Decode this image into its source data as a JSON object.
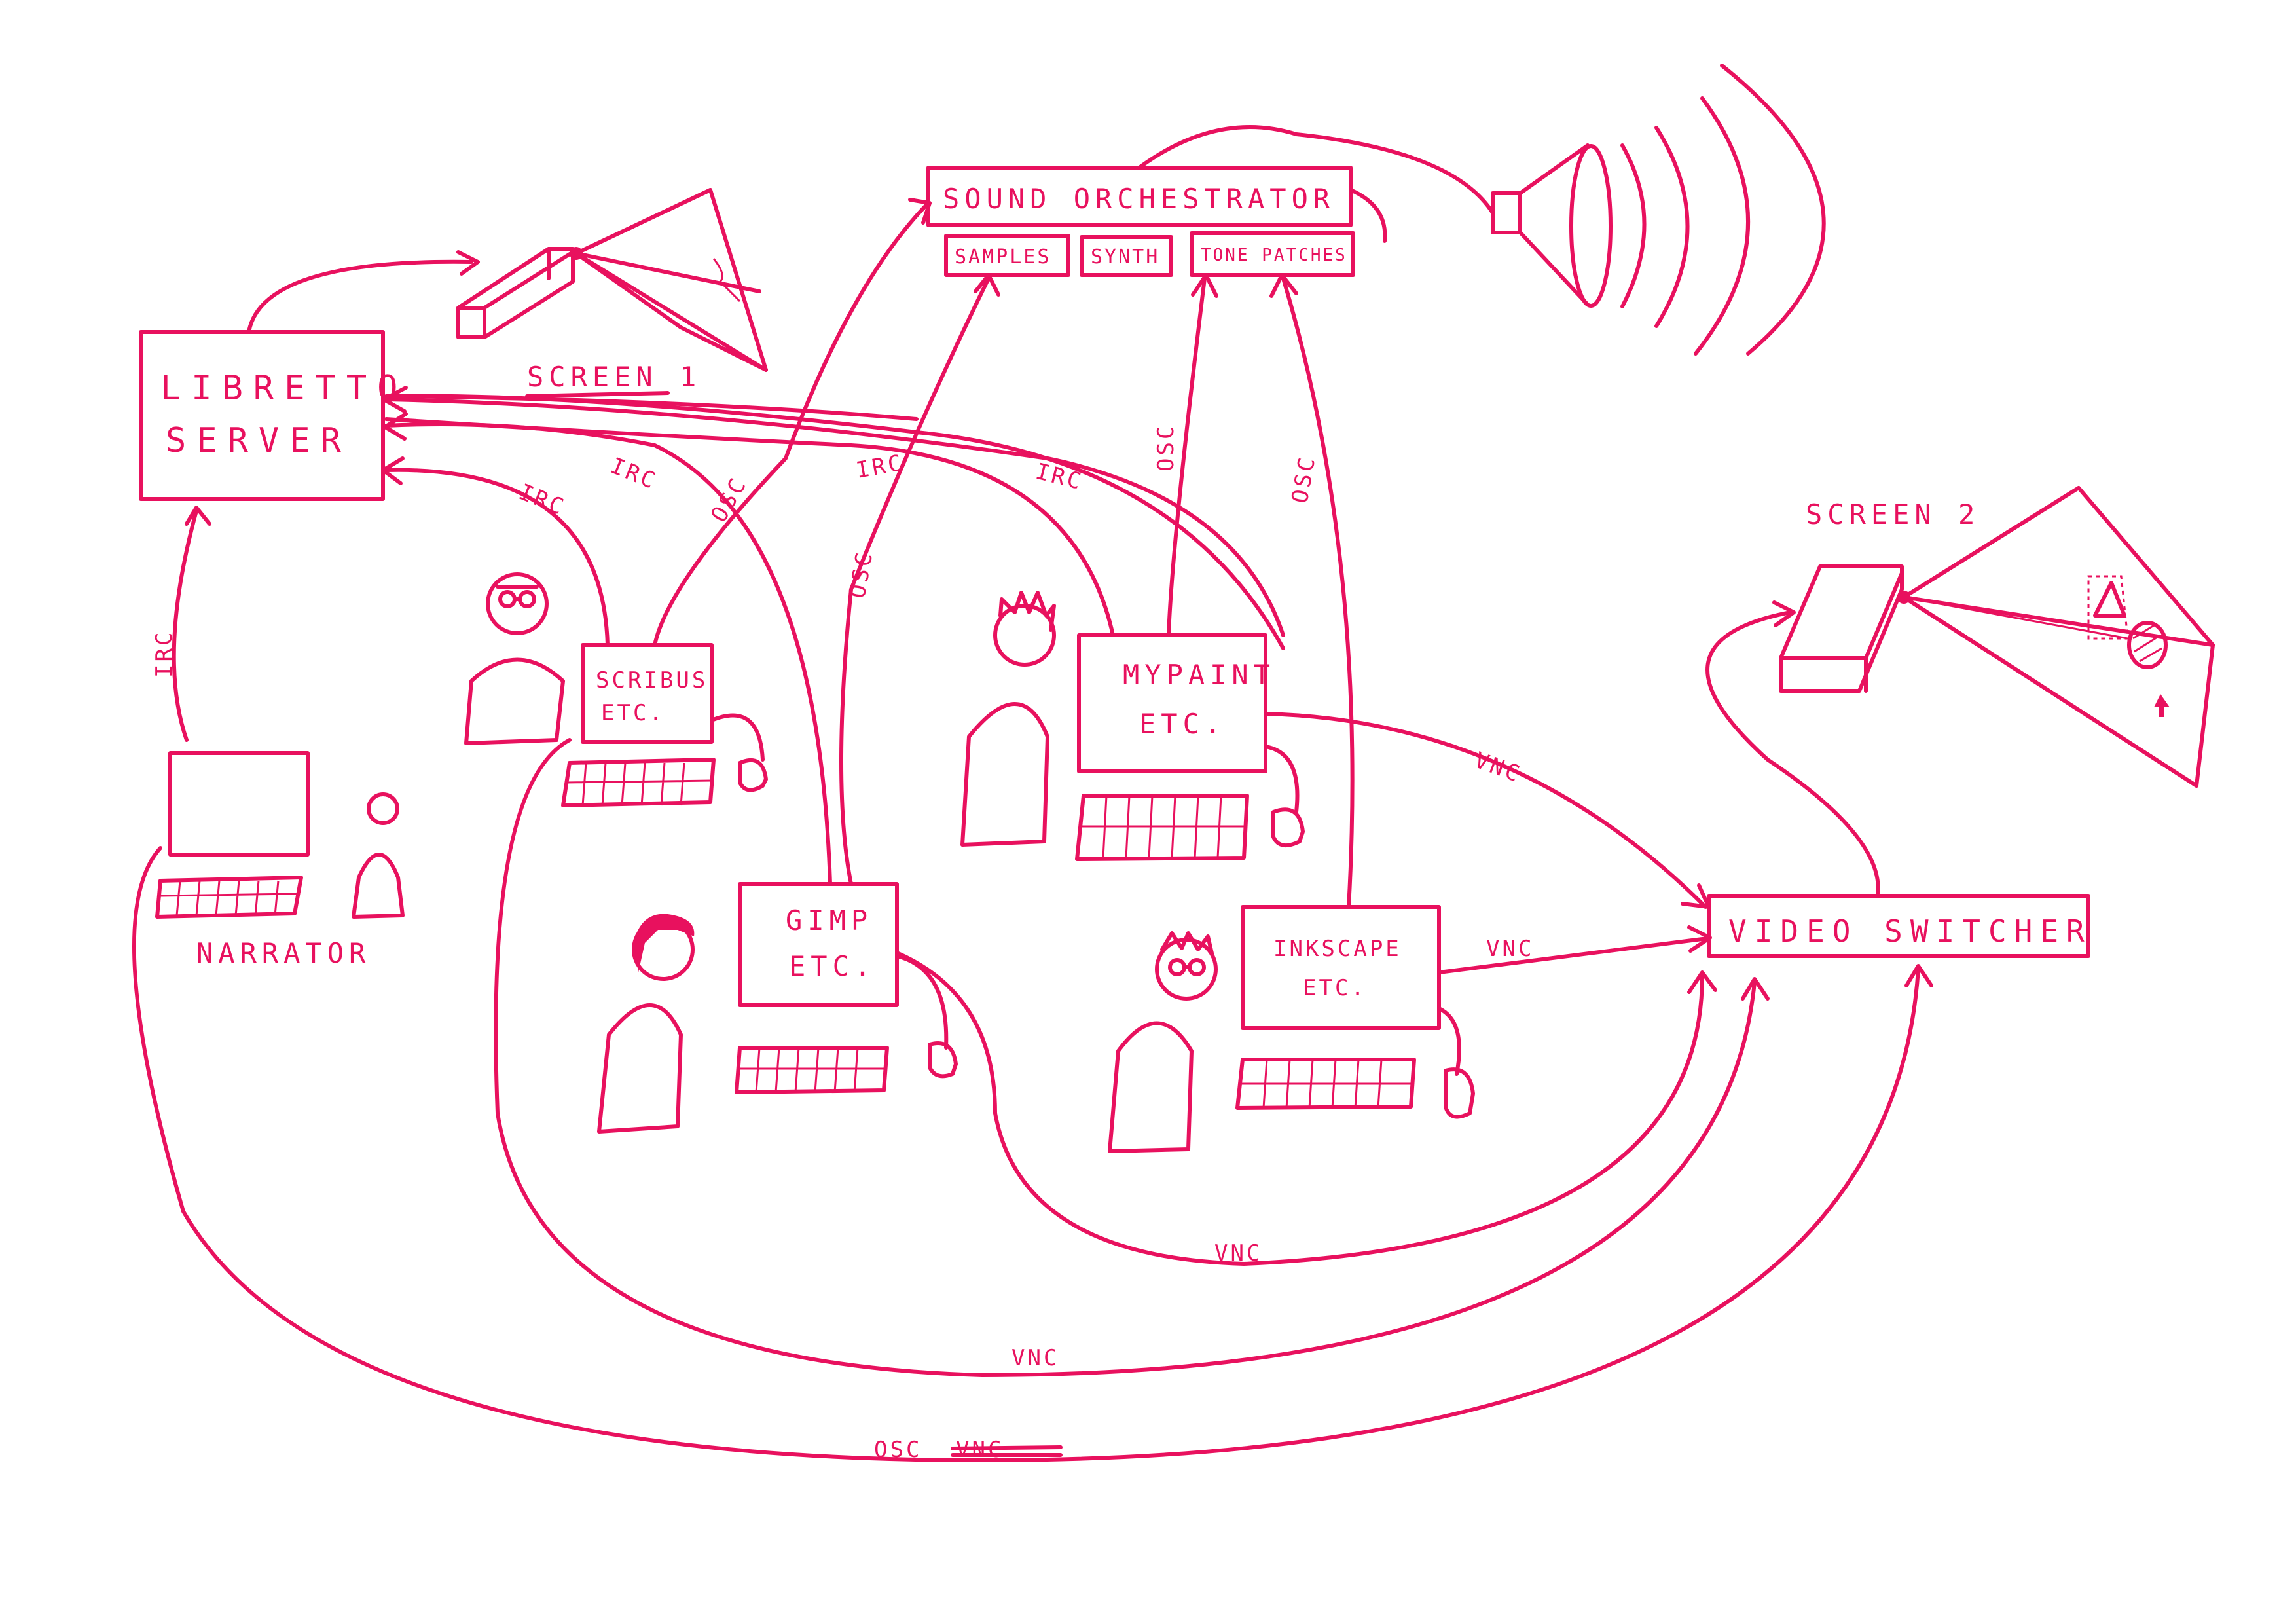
{
  "nodes": {
    "libretto_server": [
      "LIBRETTO",
      "SERVER"
    ],
    "sound_orchestrator": "SOUND ORCHESTRATOR",
    "samples": "SAMPLES",
    "synth": "SYNTH",
    "tone_patches": "TONE PATCHES",
    "screen1": "SCREEN 1",
    "screen2": "SCREEN 2",
    "scribus": [
      "SCRIBUS",
      "ETC."
    ],
    "mypaint": [
      "MYPAINT",
      "ETC."
    ],
    "gimp": [
      "GIMP",
      "ETC."
    ],
    "inkscape": [
      "INKSCAPE",
      "ETC."
    ],
    "video_switcher": "VIDEO SWITCHER",
    "narrator": "NARRATOR"
  },
  "edges": {
    "irc": "IRC",
    "osc": "OSC",
    "vnc": "VNC",
    "osc_struck": "VNC"
  },
  "colors": {
    "ink": "#e8115e",
    "background": "#ffffff"
  }
}
